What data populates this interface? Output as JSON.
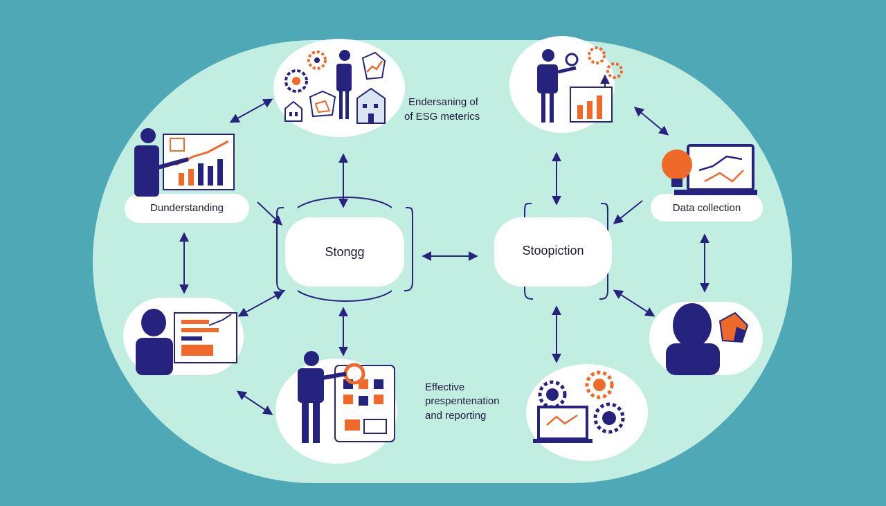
{
  "labels": {
    "understanding_esg_line1": "Endersaning of",
    "understanding_esg_line2": "of ESG meterics",
    "understanding": "Dunderstanding",
    "data_collection": "Data collection",
    "effective_line1": "Effective",
    "effective_line2": "prespentenation",
    "effective_line3": "and reporting"
  },
  "hubs": {
    "left": "Stongg",
    "right": "Stoopiction"
  },
  "icons": [
    "gear-icon",
    "person-icon",
    "chart-icon",
    "laptop-icon",
    "lightbulb-icon",
    "house-icon",
    "presentation-board-icon"
  ],
  "colors": {
    "background": "#4fa8b5",
    "panel": "#c2eee2",
    "navy": "#26237e",
    "orange": "#ef6a2a",
    "white": "#ffffff"
  }
}
